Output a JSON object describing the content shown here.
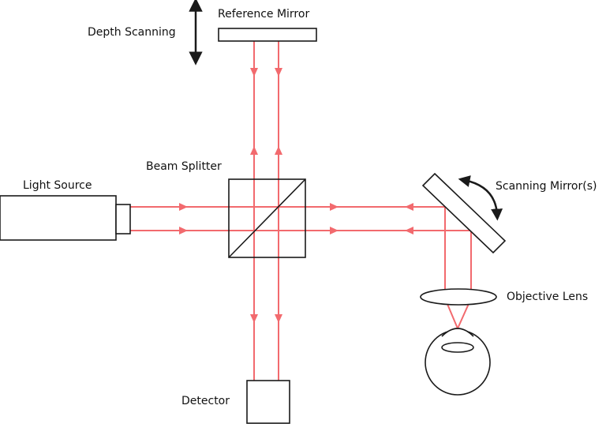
{
  "labels": {
    "reference_mirror": "Reference Mirror",
    "depth_scanning": "Depth Scanning",
    "beam_splitter": "Beam Splitter",
    "light_source": "Light Source",
    "scanning_mirror": "Scanning Mirror(s)",
    "objective_lens": "Objective Lens",
    "detector": "Detector"
  },
  "colors": {
    "beam": "#f26a6e",
    "outline": "#1a1a1a",
    "background": "#ffffff"
  }
}
